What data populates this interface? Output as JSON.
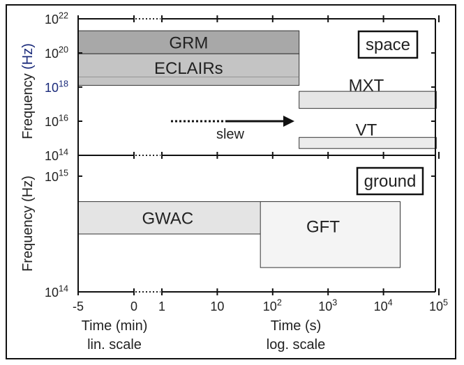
{
  "chart_data": [
    {
      "type": "range-bar",
      "panel": "space",
      "panel_label": "space",
      "ylabel_text": "Frequency",
      "ylabel_unit": "(Hz)",
      "y_scale": "log",
      "ylim_exponent": [
        14,
        22
      ],
      "y_ticks": [
        {
          "base": "10",
          "exp": "22",
          "value": 22
        },
        {
          "base": "10",
          "exp": "20",
          "value": 20
        },
        {
          "base": "10",
          "exp": "18",
          "value": 18
        },
        {
          "base": "10",
          "exp": "16",
          "value": 16
        },
        {
          "base": "10",
          "exp": "14",
          "value": 14
        }
      ],
      "x_scale": "linear-then-log",
      "bars": [
        {
          "name": "GRM",
          "t_start_min": -5,
          "t_end_s": 300,
          "f_low_exp": 19.95,
          "f_high_exp": 21.3,
          "color": "#a8a8a8"
        },
        {
          "name": "ECLAIRs",
          "t_start_min": -5,
          "t_end_s": 300,
          "f_low_exp": 18.1,
          "f_high_exp": 19.95,
          "color": "#c4c4c4"
        },
        {
          "name": "MXT",
          "t_start_s": 300,
          "t_end_s": 90000,
          "f_low_exp": 16.75,
          "f_high_exp": 17.75,
          "color": "#e6e6e6"
        },
        {
          "name": "VT",
          "t_start_s": 300,
          "t_end_s": 90000,
          "f_low_exp": 14.4,
          "f_high_exp": 15.05,
          "color": "#ececec"
        }
      ],
      "annotations": [
        {
          "text": "slew",
          "from_s": 1,
          "to_s": 300
        }
      ]
    },
    {
      "type": "range-bar",
      "panel": "ground",
      "panel_label": "ground",
      "ylabel": "Frequency (Hz)",
      "y_scale": "log",
      "ylim_exponent": [
        14,
        15.18
      ],
      "y_ticks": [
        {
          "base": "10",
          "exp": "15",
          "value": 15
        },
        {
          "base": "10",
          "exp": "14",
          "value": 14
        }
      ],
      "bars": [
        {
          "name": "GWAC",
          "t_start_min": -5,
          "t_end_s": 300,
          "f_low_exp": 14.5,
          "f_high_exp": 14.78,
          "color": "#e4e4e4"
        },
        {
          "name": "GFT",
          "t_start_s": 60,
          "t_end_s": 20000,
          "f_low_exp": 14.21,
          "f_high_exp": 14.78,
          "color": "#f4f4f4"
        }
      ],
      "x_ticks": [
        {
          "label": "-5",
          "kind": "lin",
          "value": -5
        },
        {
          "label": "0",
          "kind": "lin",
          "value": 0
        },
        {
          "label": "1",
          "kind": "log",
          "exp": 0
        },
        {
          "label": "10",
          "kind": "log",
          "exp": 1
        },
        {
          "base": "10",
          "exp": "2",
          "kind": "log",
          "value": 2
        },
        {
          "base": "10",
          "exp": "3",
          "kind": "log",
          "value": 3
        },
        {
          "base": "10",
          "exp": "4",
          "kind": "log",
          "value": 4
        },
        {
          "base": "10",
          "exp": "5",
          "kind": "log",
          "value": 5
        }
      ],
      "xlabel_left": "Time (min)",
      "xlabel_left_sub": "lin. scale",
      "xlabel_right": "Time (s)",
      "xlabel_right_sub": "log. scale"
    }
  ]
}
